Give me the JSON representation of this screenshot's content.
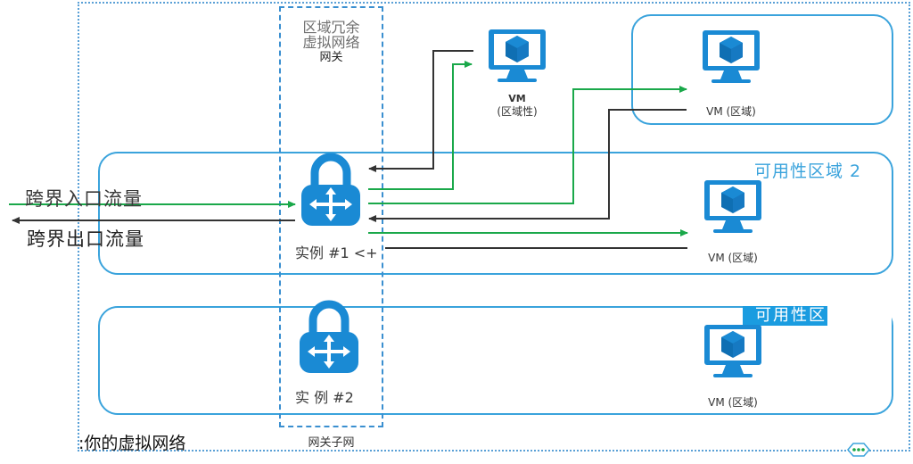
{
  "gateway_title": {
    "line1": "区域冗余",
    "line2": "虚拟网络",
    "line3": "网关"
  },
  "zone2_label": "可用性区域 2",
  "zone3_label": "可用性区",
  "vm_top": {
    "name": "VM",
    "sub": "(区域性)"
  },
  "vm_zone1": "VM (区域)",
  "vm_zone2": "VM (区域)",
  "vm_zone3": "VM (区域)",
  "instance1": "实例 #1 <+",
  "instance2": "实 例 #2",
  "ingress_label": "跨界入口流量",
  "egress_label": "跨界出口流量",
  "vnet_label": ":你的虚拟网络",
  "subnet_label": "网关子网",
  "colors": {
    "zone_border": "#3aa3dc",
    "icon_blue": "#1a8ad4",
    "icon_dark": "#0f6fb3",
    "green_arrow": "#1aa84a",
    "dark_arrow": "#333333"
  }
}
